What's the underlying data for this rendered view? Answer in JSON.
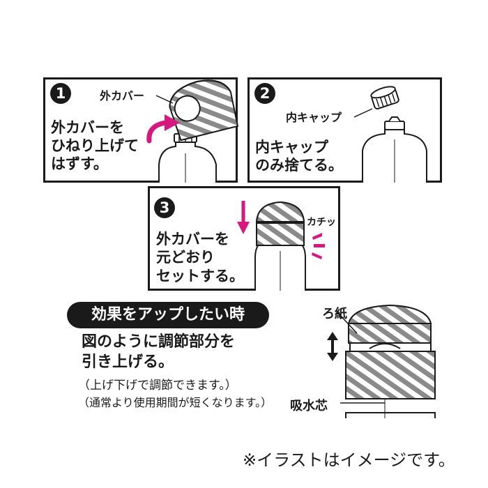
{
  "colors": {
    "accent": "#d6197e",
    "ink": "#1a1a1a",
    "hatch": "#8a8a8a"
  },
  "step1": {
    "number": "1",
    "callout": "外カバー",
    "instruction": [
      "外カバーを",
      "ひねり上げて",
      "はずす。"
    ]
  },
  "step2": {
    "number": "2",
    "callout": "内キャップ",
    "instruction": [
      "内キャップ",
      "のみ捨てる。"
    ]
  },
  "step3": {
    "number": "3",
    "sound": "カチッ",
    "instruction": [
      "外カバーを",
      "元どおり",
      "セットする。"
    ]
  },
  "tip": {
    "banner": "効果をアップしたい時",
    "lines": [
      "図のように調節部分を",
      "引き上げる。"
    ],
    "notes": [
      "（上げ下げで調節できます。）",
      "（通常より使用期間が短くなります。）"
    ],
    "label_paper": "ろ紙",
    "label_core": "吸水芯"
  },
  "disclaimer": "※イラストはイメージです。"
}
